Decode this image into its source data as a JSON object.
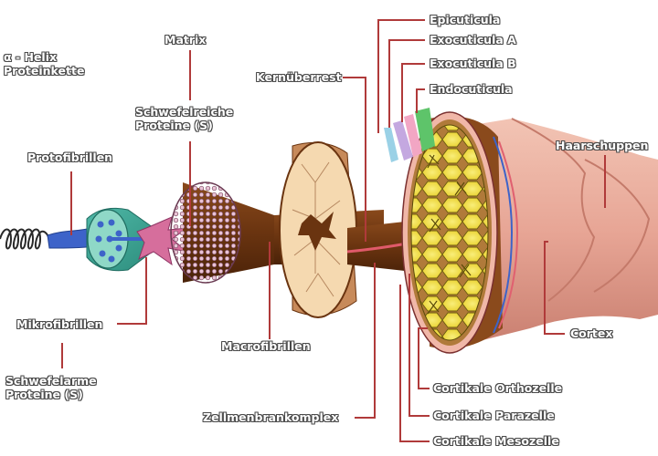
{
  "colors": {
    "leader_line": "#b03a3a",
    "label_outline": "#4a4a4a",
    "cortex_yellow": "#f3e24a",
    "scale_pink": "#e7a79b",
    "fibril_blue": "#3d63c9"
  },
  "labels": {
    "alpha_helix_line1": "α - Helix",
    "alpha_helix_line2": "Proteinkette",
    "protofibrillen": "Protofibrillen",
    "mikrofibrillen": "Mikrofibrillen",
    "schwefelarme_line1": "Schwefelarme",
    "schwefelarme_line2": "Proteine (S)",
    "matrix": "Matrix",
    "schwefelreiche_line1": "Schwefelreiche",
    "schwefelreiche_line2": "Proteine (S)",
    "macrofibrillen": "Macrofibrillen",
    "kernuberrest": "Kernüberrest",
    "zellmembrankomplex": "Zellmenbrankomplex",
    "epicuticula": "Epicuticula",
    "exocuticula_a": "Exocuticula A",
    "exocuticula_b": "Exocuticula B",
    "endocuticula": "Endocuticula",
    "haarschuppen": "Haarschuppen",
    "cortex": "Cortex",
    "cortikale_orthozelle": "Cortikale Orthozelle",
    "cortikale_parazelle": "Cortikale Parazelle",
    "cortikale_mesozelle": "Cortikale Mesozelle"
  }
}
